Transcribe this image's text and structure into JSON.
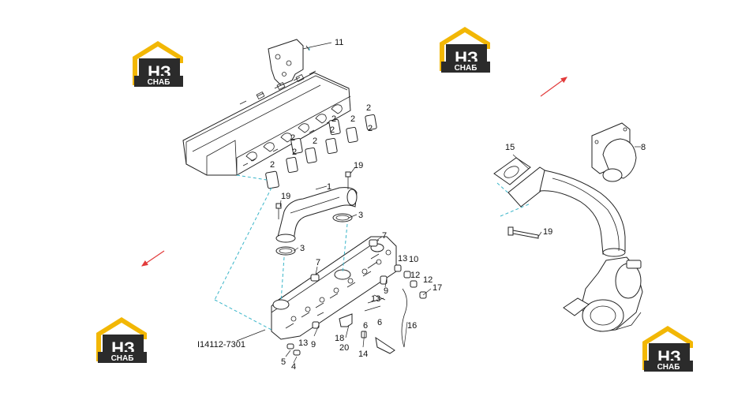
{
  "logo": {
    "letters": "НЗ",
    "caption": "СНАБ",
    "colors": {
      "roof": "#f2b705",
      "box": "#2b2b2b",
      "text": "#ffffff"
    }
  },
  "arrow_color": "#e23a3a",
  "leader_color": "#39b5c9",
  "part_number": "I14112-7301",
  "callouts": {
    "c1": "1",
    "c2a": "2",
    "c2b": "2",
    "c2c": "2",
    "c2d": "2",
    "c2e": "2",
    "c2f": "2",
    "c2g": "2",
    "c2h": "2",
    "c2i": "2",
    "c3a": "3",
    "c3b": "3",
    "c4": "4",
    "c5": "5",
    "c6a": "6",
    "c6b": "6",
    "c7a": "7",
    "c7b": "7",
    "c8": "8",
    "c9a": "9",
    "c9b": "9",
    "c10": "10",
    "c11": "11",
    "c12a": "12",
    "c12b": "12",
    "c13a": "13",
    "c13b": "13",
    "c13c": "13",
    "c14": "14",
    "c15": "15",
    "c16": "16",
    "c17": "17",
    "c18": "18",
    "c19a": "19",
    "c19b": "19",
    "c19c": "19",
    "c20": "20"
  }
}
